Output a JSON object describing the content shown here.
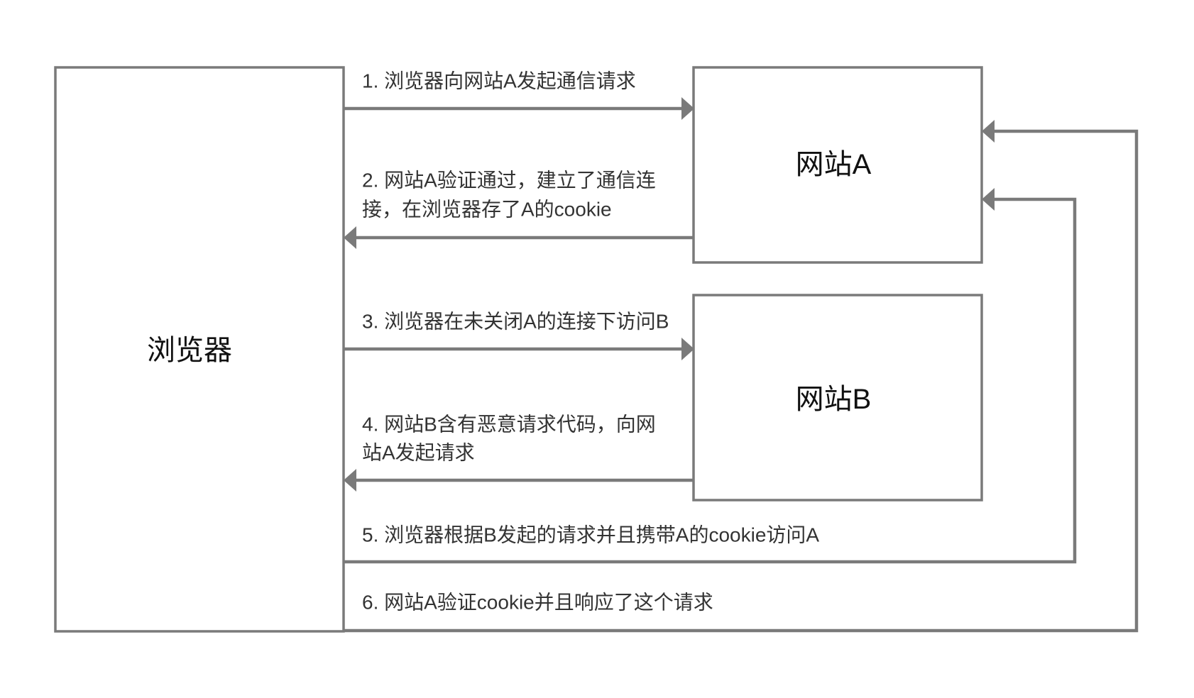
{
  "nodes": {
    "browser": "浏览器",
    "site_a": "网站A",
    "site_b": "网站B"
  },
  "steps": [
    {
      "lines": [
        "1. 浏览器向网站A发起通信请求"
      ]
    },
    {
      "lines": [
        "2. 网站A验证通过，建立了通信连",
        "接，在浏览器存了A的cookie"
      ]
    },
    {
      "lines": [
        "3. 浏览器在未关闭A的连接下访问B"
      ]
    },
    {
      "lines": [
        "4. 网站B含有恶意请求代码，向网",
        "站A发起请求"
      ]
    },
    {
      "lines": [
        "5. 浏览器根据B发起的请求并且携带A的cookie访问A"
      ]
    },
    {
      "lines": [
        "6. 网站A验证cookie并且响应了这个请求"
      ]
    }
  ],
  "colors": {
    "stroke": "#7a7a7a",
    "node_text": "#111111",
    "step_text": "#333333"
  }
}
